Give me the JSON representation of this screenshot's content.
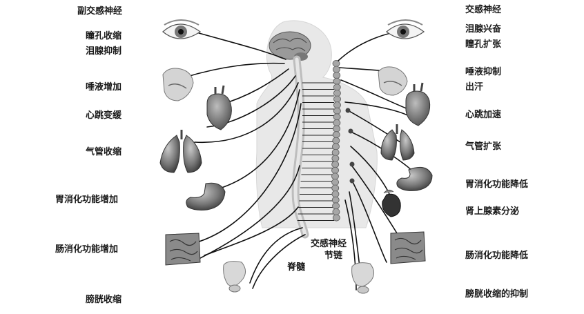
{
  "left_title": "副交感神经",
  "right_title": "交感神经",
  "left_labels": [
    [
      "瞳孔收缩",
      "泪腺抑制"
    ],
    [
      "唾液增加"
    ],
    [
      "心跳变缓"
    ],
    [
      "气管收缩"
    ],
    [
      "胃消化功能增加"
    ],
    [
      "肠消化功能增加"
    ],
    [
      "膀胱收缩"
    ]
  ],
  "right_labels": [
    [
      "泪腺兴奋",
      "瞳孔扩张"
    ],
    [
      "唾液抑制",
      "出汗"
    ],
    [
      "心跳加速"
    ],
    [
      "气管扩张"
    ],
    [
      "胃消化功能降低"
    ],
    [
      "肾上腺素分泌"
    ],
    [
      "肠消化功能降低"
    ],
    [
      "膀胱收缩的抑制"
    ]
  ],
  "ganglion_label": [
    "交感神经",
    "节链"
  ],
  "spinal_label": "脊髓",
  "colors": {
    "line": "#111111",
    "organ": "#6e6e6e",
    "body": "#e6e6e6",
    "spine": "#cfcfcf"
  }
}
